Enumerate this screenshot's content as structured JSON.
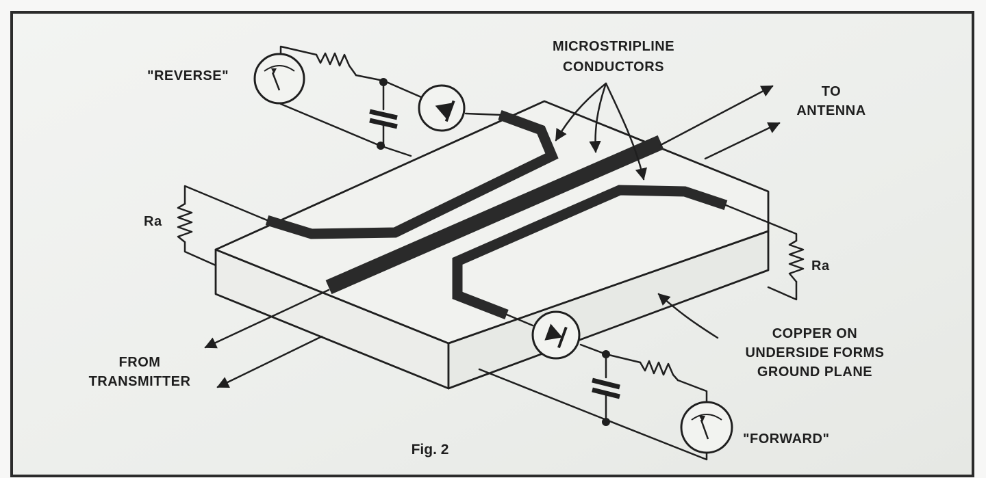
{
  "labels": {
    "reverse": "\"REVERSE\"",
    "forward": "\"FORWARD\"",
    "conductors_line1": "MICROSTRIPLINE",
    "conductors_line2": "CONDUCTORS",
    "antenna_line1": "TO",
    "antenna_line2": "ANTENNA",
    "transmitter_line1": "FROM",
    "transmitter_line2": "TRANSMITTER",
    "resistor_left": "Ra",
    "resistor_right": "Ra",
    "ground_line1": "COPPER ON",
    "ground_line2": "UNDERSIDE FORMS",
    "ground_line3": "GROUND PLANE"
  },
  "caption": "Fig. 2",
  "colors": {
    "background": "#eef0ed",
    "ink": "#1f1f1f",
    "strip": "#2a2a2a",
    "frame": "#2b2b2b"
  }
}
